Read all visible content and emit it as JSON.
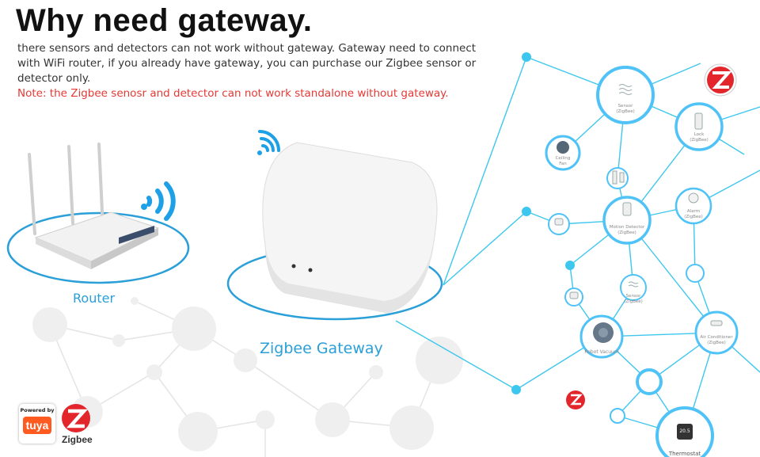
{
  "header": {
    "title": "Why need gateway.",
    "description_lines": [
      "there sensors and detectors can not work without gateway. Gateway need to connect",
      "with WiFi router, if you already have gateway, you can purchase our Zigbee sensor or",
      "detector only."
    ],
    "note": "Note: the Zigbee senosr and detector can not work standalone without gateway."
  },
  "devices": {
    "router_label": "Router",
    "gateway_label": "Zigbee Gateway"
  },
  "network": {
    "sensor": [
      "Sensor",
      "(ZigBee)"
    ],
    "lock": [
      "Lock",
      "(ZigBee)"
    ],
    "fan": [
      "Ceiling",
      "Fan"
    ],
    "alarm": [
      "Alarm",
      "(ZigBee)"
    ],
    "motion": [
      "Motion Detector",
      "(ZigBee)"
    ],
    "sensor2": [
      "Sensor",
      "(ZigBee)"
    ],
    "vacuum": "Robot Vacuum",
    "ac": [
      "Air Conditioner",
      "(ZigBee)"
    ],
    "thermostat": "Thermostat",
    "thermostat_value": "20.5"
  },
  "branding": {
    "powered_by": "Powered by",
    "tuya": "tuya",
    "zigbee": "Zigbee"
  },
  "colors": {
    "accent_blue": "#2a9fd8",
    "line_cyan": "#3ec7ee",
    "note_red": "#e53935",
    "zigbee_red": "#e3262b",
    "tuya_orange": "#ff5a1f"
  }
}
